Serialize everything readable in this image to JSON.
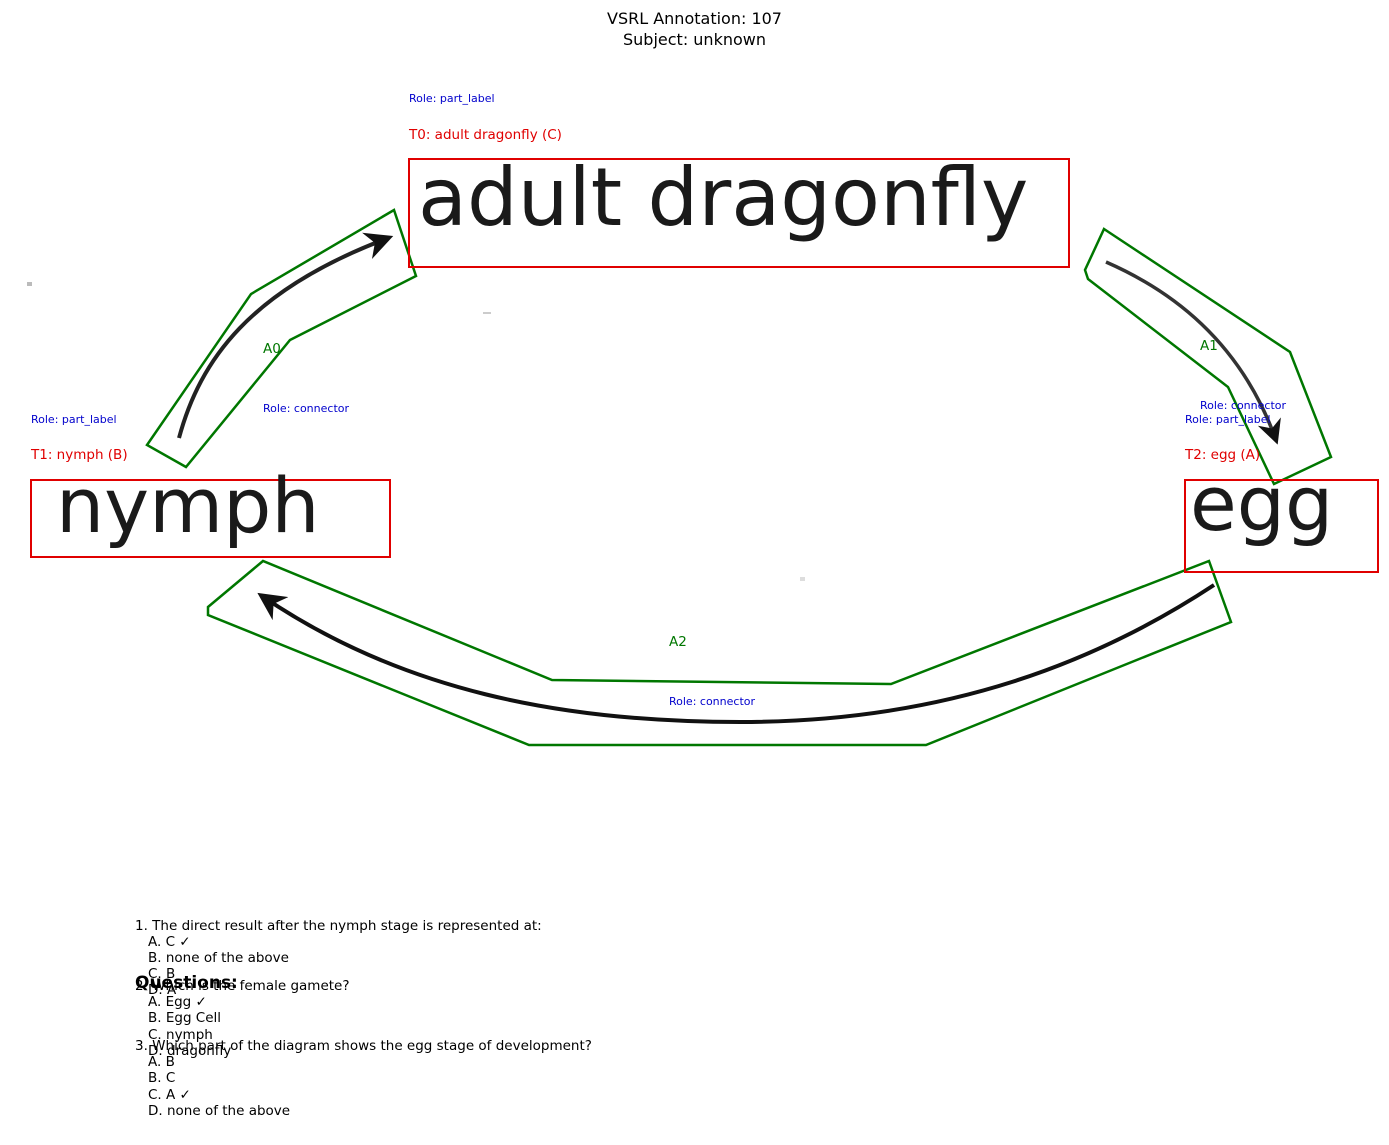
{
  "title": {
    "line1": "VSRL Annotation: 107",
    "line2": "Subject: unknown"
  },
  "text_regions": [
    {
      "id": "T0",
      "word": "adult dragonfly",
      "role": "Role: part_label",
      "label": "T0: adult dragonfly (C)"
    },
    {
      "id": "T1",
      "word": "nymph",
      "role": "Role: part_label",
      "label": "T1: nymph (B)"
    },
    {
      "id": "T2",
      "word": "egg",
      "role": "Role: part_label",
      "label": "T2: egg (A)"
    }
  ],
  "arrows": [
    {
      "id": "A0",
      "label": "A0",
      "role": "Role: connector"
    },
    {
      "id": "A1",
      "label": "A1",
      "role": "Role: connector"
    },
    {
      "id": "A2",
      "label": "A2",
      "role": "Role: connector"
    }
  ],
  "colors": {
    "text_box": "#e00000",
    "arrow_outline": "#007700",
    "role_text": "#0000cc"
  },
  "questions_heading": "Questions:",
  "questions": [
    {
      "text": "1. The direct result after the nymph stage is represented at:",
      "options": [
        "A. C ✓",
        "B. none of the above",
        "C. B",
        "D. A"
      ]
    },
    {
      "text": "2. Which is the female gamete?",
      "options": [
        "A. Egg ✓",
        "B. Egg Cell",
        "C. nymph",
        "D. dragonfly"
      ]
    },
    {
      "text": "3. Which part of the diagram shows the egg stage of development?",
      "options": [
        "A. B",
        "B. C",
        "C. A ✓",
        "D. none of the above"
      ]
    }
  ]
}
